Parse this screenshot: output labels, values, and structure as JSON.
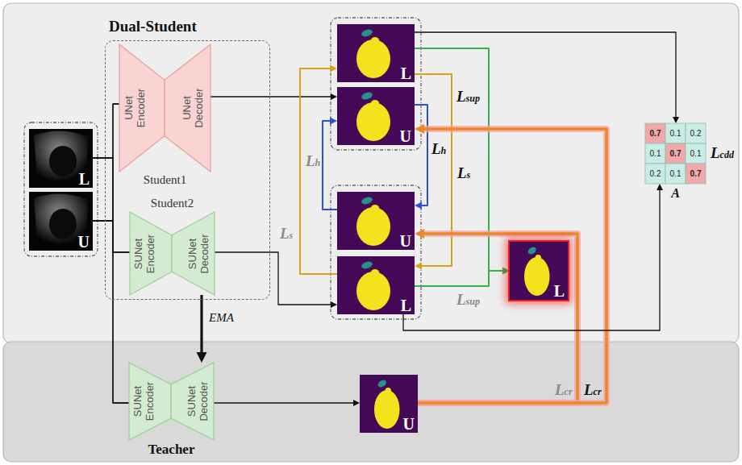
{
  "diagram": {
    "nodes": [
      {
        "text": [
          "L"
        ]
      },
      {
        "text": [
          "U"
        ]
      },
      {
        "text": [
          "Dual-Student"
        ]
      },
      {
        "text": [
          "Student1"
        ],
        "in": 2
      },
      {
        "text": [
          "UNet Encoder"
        ],
        "in": 3
      },
      {
        "text": [
          "UNet Decoder"
        ],
        "in": 3
      },
      {
        "text": [
          "Student2"
        ],
        "in": 2
      },
      {
        "text": [
          "SUNet Encoder"
        ],
        "in": 6
      },
      {
        "text": [
          "SUNet Decoder"
        ],
        "in": 6
      },
      {
        "text": [
          "Teacher"
        ]
      },
      {
        "text": [
          "SUNet Encoder"
        ],
        "in": 9
      },
      {
        "text": [
          "SUNet Decoder"
        ],
        "in": 9
      },
      {
        "text": [
          "L"
        ]
      },
      {
        "text": [
          "U"
        ]
      },
      {
        "text": [
          "U"
        ]
      },
      {
        "text": [
          "L"
        ]
      },
      {
        "text": [
          "L"
        ]
      },
      {
        "text": [
          "U"
        ]
      },
      {
        "text": [
          "A"
        ]
      }
    ],
    "edges": [
      {
        "from": 0,
        "to": 4,
        "arrow": "none"
      },
      {
        "from": 1,
        "to": 4,
        "arrow": "none"
      },
      {
        "from": 0,
        "to": 7,
        "arrow": "none"
      },
      {
        "from": 1,
        "to": 7,
        "arrow": "none"
      },
      {
        "from": 0,
        "to": 10,
        "arrow": "none"
      },
      {
        "from": 1,
        "to": 10,
        "arrow": "none"
      },
      {
        "from": 5,
        "to": 13,
        "arrow": "to"
      },
      {
        "from": 8,
        "to": 15,
        "arrow": "to"
      },
      {
        "from": 11,
        "to": 17,
        "arrow": "to"
      },
      {
        "from": 6,
        "to": 9,
        "arrow": "to",
        "label": "EMA"
      },
      {
        "from": 15,
        "to": 12,
        "arrow": "to",
        "label": "Ls"
      },
      {
        "from": 12,
        "to": 15,
        "arrow": "to",
        "label": "Ls"
      },
      {
        "from": 14,
        "to": 13,
        "arrow": "to",
        "label": "Lh"
      },
      {
        "from": 13,
        "to": 14,
        "arrow": "to",
        "label": "Lh"
      },
      {
        "from": 12,
        "to": 16,
        "arrow": "to",
        "label": "Lsup"
      },
      {
        "from": 15,
        "to": 16,
        "arrow": "to",
        "label": "Lsup"
      },
      {
        "from": 17,
        "to": 14,
        "arrow": "to",
        "label": "Lcr"
      },
      {
        "from": 17,
        "to": 13,
        "arrow": "to",
        "label": "Lcr"
      },
      {
        "from": 12,
        "to": 18,
        "arrow": "to"
      },
      {
        "from": 15,
        "to": 18,
        "arrow": "to"
      }
    ],
    "labels": [
      "0.7",
      "0.1",
      "0.2",
      "0.1",
      "0.7",
      "0.1",
      "0.2",
      "0.1",
      "0.7",
      "Lcdd"
    ]
  }
}
